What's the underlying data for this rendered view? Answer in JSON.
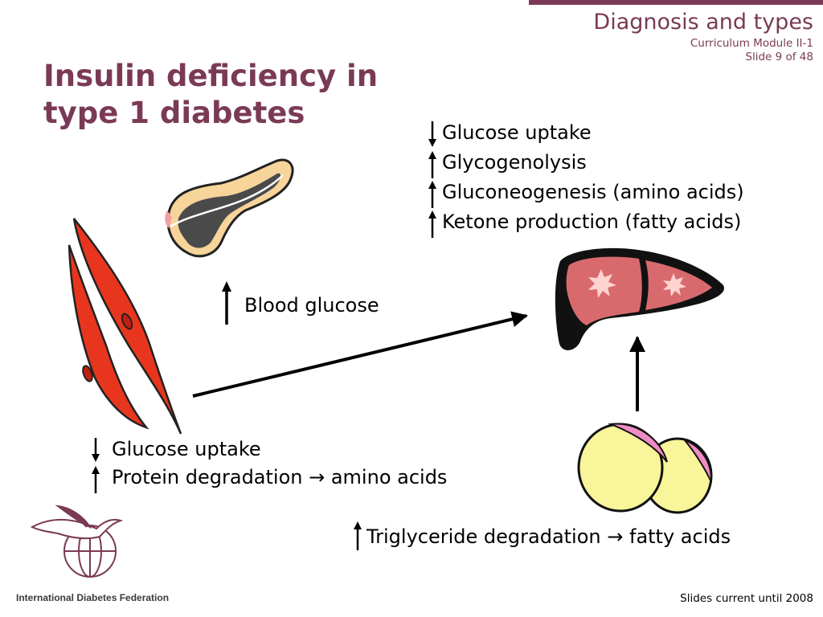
{
  "header": {
    "section_title": "Diagnosis and types",
    "module": "Curriculum Module II-1",
    "slide": "Slide 9 of 48"
  },
  "title_lines": [
    "Insulin deficiency in",
    "type 1 diabetes"
  ],
  "liver_effects": [
    {
      "direction": "down",
      "text": "Glucose uptake"
    },
    {
      "direction": "up",
      "text": "Glycogenolysis"
    },
    {
      "direction": "up",
      "text": "Gluconeogenesis (amino acids)"
    },
    {
      "direction": "up",
      "text": "Ketone production (fatty acids)"
    }
  ],
  "blood": {
    "direction": "up",
    "text": "Blood glucose"
  },
  "muscle_effects": [
    {
      "direction": "down",
      "text": "Glucose uptake"
    },
    {
      "direction": "up",
      "text": "Protein degradation → amino acids"
    }
  ],
  "fat": {
    "direction": "up",
    "text": "Triglyceride degradation → fatty acids"
  },
  "footer": {
    "organization": "International Diabetes Federation",
    "note": "Slides current until 2008"
  },
  "icons": [
    "pancreas-icon",
    "muscle-cells-icon",
    "liver-icon",
    "fat-cells-icon",
    "hummingbird-globe-logo-icon"
  ],
  "colors": {
    "accent": "#7a3a55",
    "muscle": "#e8361e",
    "liver": "#d86a6e",
    "fat": "#f8f59a"
  }
}
